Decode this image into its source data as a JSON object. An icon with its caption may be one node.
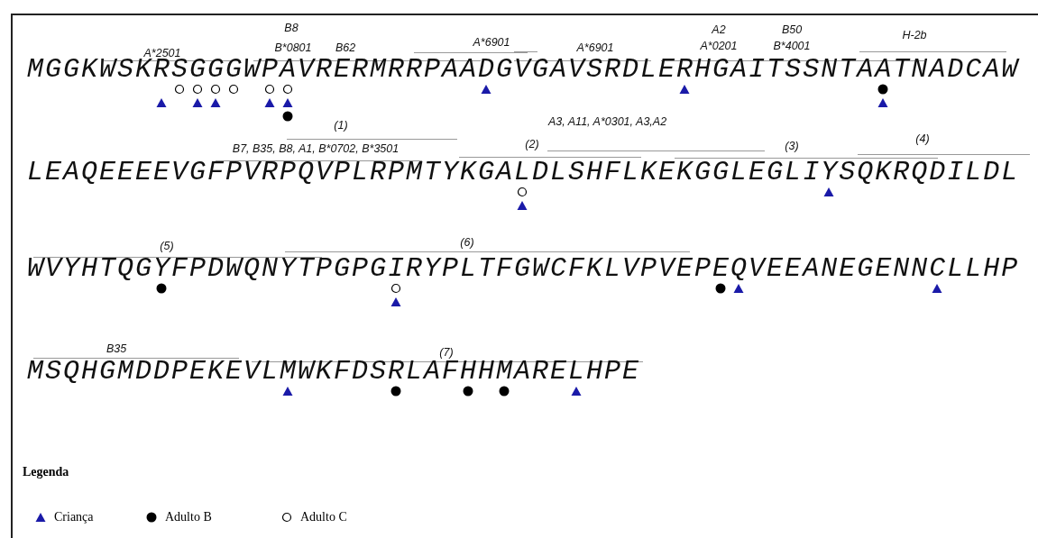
{
  "diagram": {
    "labels": [
      "A*2501",
      "B8",
      "B*0801",
      "B62",
      "A*6901",
      "A*6901",
      "A2",
      "A*0201",
      "B50",
      "B*4001",
      "H-2b",
      "MGGKWSKRSGGGWPAVRERMRRPAADGVGAVSRDLERHGAITSSNTAATNADCAW",
      "(1)",
      "B7, B35, B8, A1, B*0702, B*3501",
      "A3, A11, A*0301, A3,A2",
      "(2)",
      "(3)",
      "(4)",
      "LEAQEEEEVGFPVRPQVPLRPMTYKGALDLSHFLKEKGGLEGLIYSQKRQDILDL",
      "(5)",
      "(6)",
      "WVYHTQGYFPDWQNYTPGPGIRYPLTFGWCFKLVPVEPEQVEEANEGENNCLLHP",
      "B35",
      "(7)",
      "MSQHGMDDPEKEVLMWKFDSRLAFHHMARELHPE",
      "Legenda"
    ],
    "legend": [
      {
        "text": "Criança"
      },
      {
        "text": "Adulto B"
      },
      {
        "text": "Adulto C"
      }
    ]
  }
}
